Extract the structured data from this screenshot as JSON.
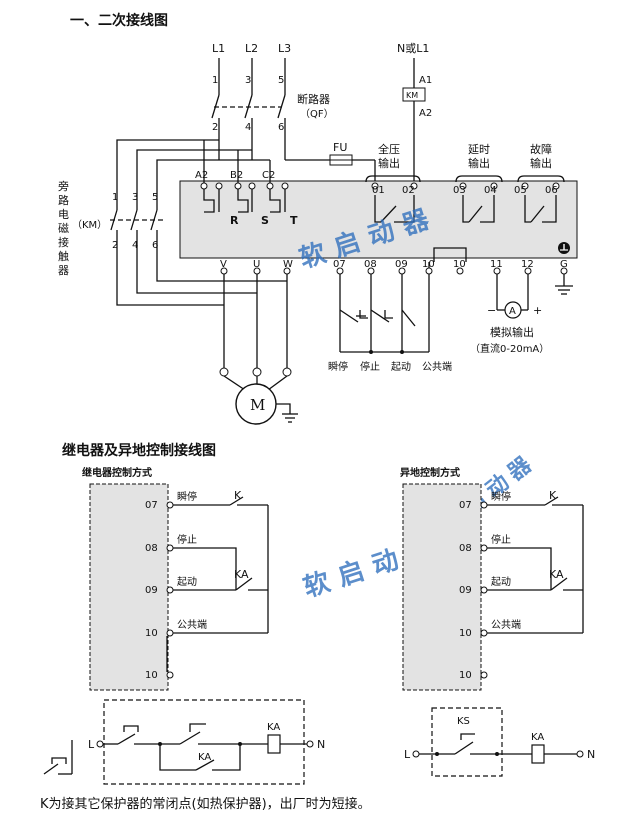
{
  "heading_main": "一、二次接线图",
  "heading_second": "继电器及异地控制接线图",
  "footnote": "K为接其它保护器的常闭点(如热保护器)，出厂时为短接。",
  "watermark": "软启动器",
  "supply": {
    "l1": "L1",
    "l2": "L2",
    "l3": "L3",
    "n_or_l1": "N或L1",
    "a1": "A1",
    "a2": "A2",
    "km": "KM"
  },
  "breaker": {
    "label": "断路器",
    "code": "（QF）",
    "pins_top": [
      "1",
      "3",
      "5"
    ],
    "pins_bottom": [
      "2",
      "4",
      "6"
    ]
  },
  "bypass": {
    "label": "旁路电磁接触器",
    "code": "（KM）",
    "pins_top": [
      "1",
      "3",
      "5"
    ],
    "pins_bottom": [
      "2",
      "4",
      "6"
    ]
  },
  "fuse": "FU",
  "main_terminals_top": [
    "A2",
    "B2",
    "C2"
  ],
  "main_terminals_inner": [
    "R",
    "S",
    "T"
  ],
  "relay_groups": [
    {
      "title_1": "全压",
      "title_2": "输出",
      "pins": [
        "01",
        "02"
      ]
    },
    {
      "title_1": "延时",
      "title_2": "输出",
      "pins": [
        "03",
        "04"
      ]
    },
    {
      "title_1": "故障",
      "title_2": "输出",
      "pins": [
        "05",
        "06"
      ]
    }
  ],
  "bottom_terminals": [
    "V",
    "U",
    "W",
    "07",
    "08",
    "09",
    "10",
    "10",
    "11",
    "12",
    "G"
  ],
  "control_labels": [
    "瞬停",
    "停止",
    "起动",
    "公共端"
  ],
  "analog": {
    "label": "模拟输出",
    "range": "（直流0-20mA）",
    "meter": "A",
    "minus": "−",
    "plus": "+"
  },
  "motor": "M",
  "relay_ctrl": {
    "title": "继电器控制方式",
    "pins": [
      "07",
      "08",
      "09",
      "10",
      "10"
    ],
    "labels": [
      "瞬停",
      "停止",
      "起动",
      "公共端"
    ],
    "k": "K",
    "ka": "KA"
  },
  "remote_ctrl": {
    "title": "异地控制方式",
    "pins": [
      "07",
      "08",
      "09",
      "10",
      "10"
    ],
    "labels": [
      "瞬停",
      "停止",
      "起动",
      "公共端"
    ],
    "k": "K",
    "ka": "KA"
  },
  "left_circuit": {
    "l": "L",
    "n": "N",
    "ka_coil": "KA",
    "ka_contact": "KA"
  },
  "right_circuit": {
    "l": "L",
    "n": "N",
    "ka_coil": "KA",
    "ks": "KS"
  }
}
